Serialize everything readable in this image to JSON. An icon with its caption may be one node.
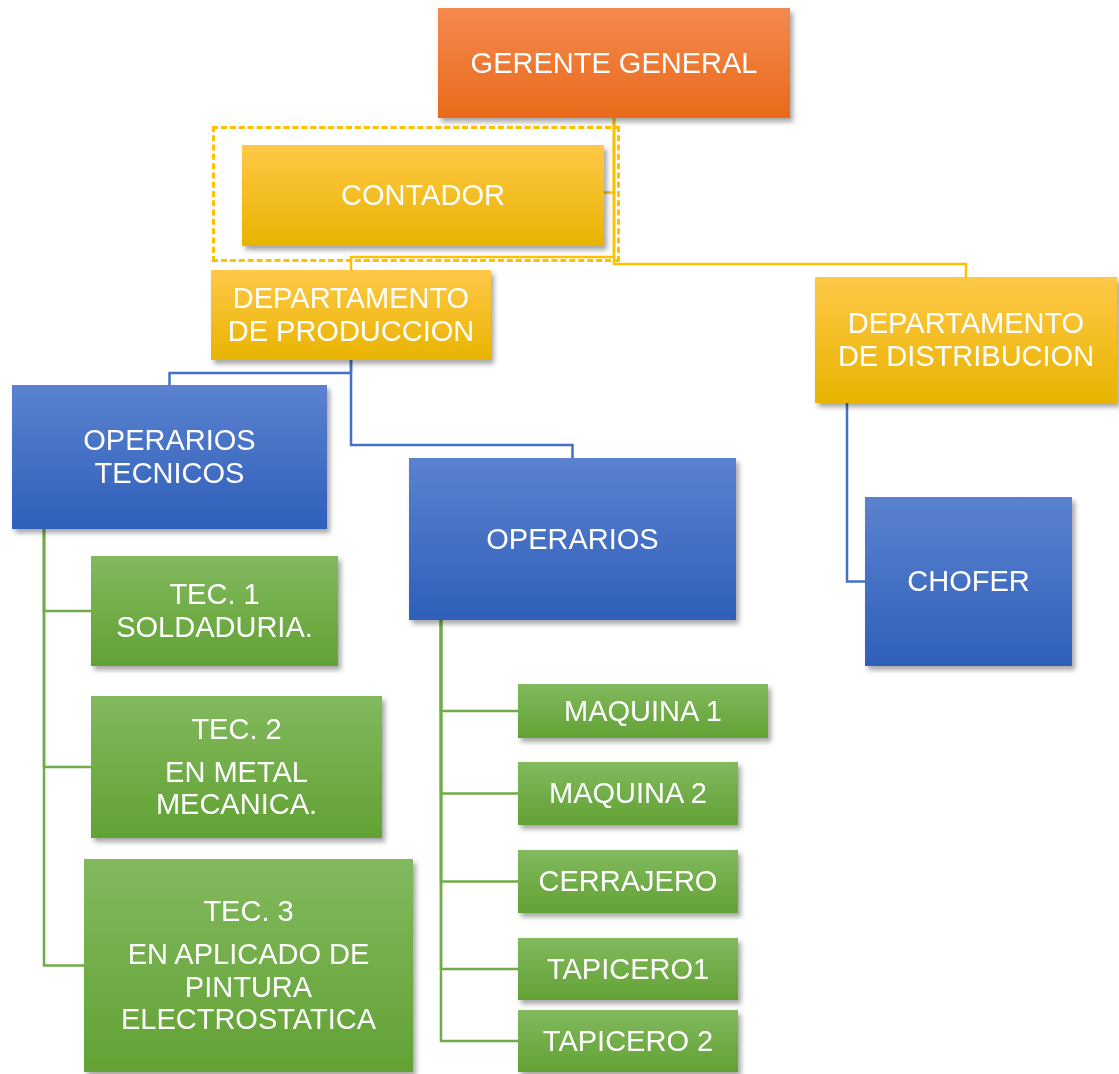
{
  "diagram": {
    "nodes": [
      {
        "text": [
          "GERENTE GENERAL"
        ]
      },
      {
        "text": [],
        "shape": "box"
      },
      {
        "text": [
          "CONTADOR"
        ],
        "in": 1
      },
      {
        "text": [
          "DEPARTAMENTO DE PRODUCCION"
        ]
      },
      {
        "text": [
          "DEPARTAMENTO DE DISTRIBUCION"
        ]
      },
      {
        "text": [
          "OPERARIOS TECNICOS"
        ]
      },
      {
        "text": [
          "OPERARIOS"
        ]
      },
      {
        "text": [
          "CHOFER"
        ]
      },
      {
        "text": [
          "TEC. 1",
          "SOLDADURIA."
        ]
      },
      {
        "text": [
          "TEC. 2",
          "EN METAL MECANICA."
        ]
      },
      {
        "text": [
          "TEC. 3",
          "EN APLICADO DE PINTURA ELECTROSTATICA"
        ]
      },
      {
        "text": [
          "MAQUINA 1"
        ]
      },
      {
        "text": [
          "MAQUINA 2"
        ]
      },
      {
        "text": [
          "CERRAJERO"
        ]
      },
      {
        "text": [
          "TAPICERO1"
        ]
      },
      {
        "text": [
          "TAPICERO 2"
        ]
      }
    ],
    "edges": [
      {
        "from": 0,
        "to": 2,
        "arrow": "none",
        "color": "#ffc000"
      },
      {
        "from": 0,
        "to": 3,
        "arrow": "none",
        "color": "#ffc000"
      },
      {
        "from": 0,
        "to": 4,
        "arrow": "none",
        "color": "#ffc000"
      },
      {
        "from": 3,
        "to": 5,
        "arrow": "none",
        "color": "#4472c4"
      },
      {
        "from": 3,
        "to": 6,
        "arrow": "none",
        "color": "#4472c4"
      },
      {
        "from": 4,
        "to": 7,
        "arrow": "none",
        "color": "#4472c4"
      },
      {
        "from": 5,
        "to": 8,
        "arrow": "none"
      },
      {
        "from": 5,
        "to": 9,
        "arrow": "none"
      },
      {
        "from": 5,
        "to": 10,
        "arrow": "none"
      },
      {
        "from": 6,
        "to": 11,
        "arrow": "none"
      },
      {
        "from": 6,
        "to": 12,
        "arrow": "none"
      },
      {
        "from": 6,
        "to": 13,
        "arrow": "none"
      },
      {
        "from": 6,
        "to": 14,
        "arrow": "none"
      },
      {
        "from": 6,
        "to": 15,
        "arrow": "none"
      }
    ]
  }
}
